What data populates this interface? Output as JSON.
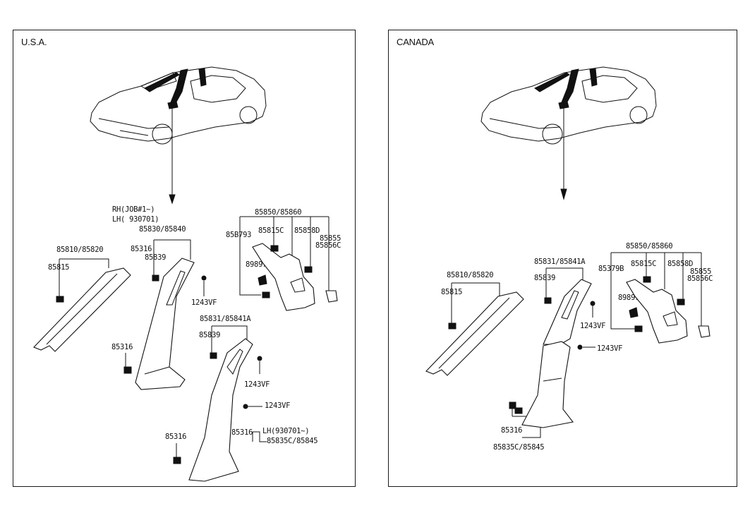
{
  "panels": {
    "usa": {
      "title": "U.S.A.",
      "labels": {
        "rh": "RH(JOB#1~)",
        "lh": "LH( 930701)",
        "p85830": "85830/85840",
        "p85316a": "85316",
        "p85839a": "85839",
        "p85810": "85810/85820",
        "p85815": "85815",
        "p1243a": "1243VF",
        "p85850": "85850/85860",
        "p85793": "85B793",
        "p85815c": "85815C",
        "p85858d": "85858D",
        "p85855": "85855",
        "p85856c": "85856C",
        "p89897a": "89897A",
        "p85831": "85831/85841A",
        "p85839b": "85839",
        "p85316b": "85316",
        "p1243b": "1243VF",
        "p1243c": "1243VF",
        "p85316c": "85316",
        "p85316d": "85316",
        "lh2": "LH(930701~)",
        "p85835": "85835C/85845"
      }
    },
    "canada": {
      "title": "CANADA",
      "labels": {
        "p85850": "85850/85860",
        "p85831": "85831/85841A",
        "p85839": "85839",
        "p85810": "85810/85820",
        "p85815": "85815",
        "p8579b": "85379B",
        "p85815c": "85815C",
        "p85858d": "85858D",
        "p85855": "85855",
        "p85856c": "85856C",
        "p89897a": "89897A",
        "p1243a": "1243VF",
        "p1243b": "1243VF",
        "p85316": "85316",
        "p85835": "85835C/85845"
      }
    }
  },
  "icons": {
    "car": "car-outline-icon",
    "pillar": "pillar-trim-icon",
    "clip": "clip-fastener-icon",
    "screw": "screw-icon",
    "arrow": "down-arrow-icon"
  }
}
